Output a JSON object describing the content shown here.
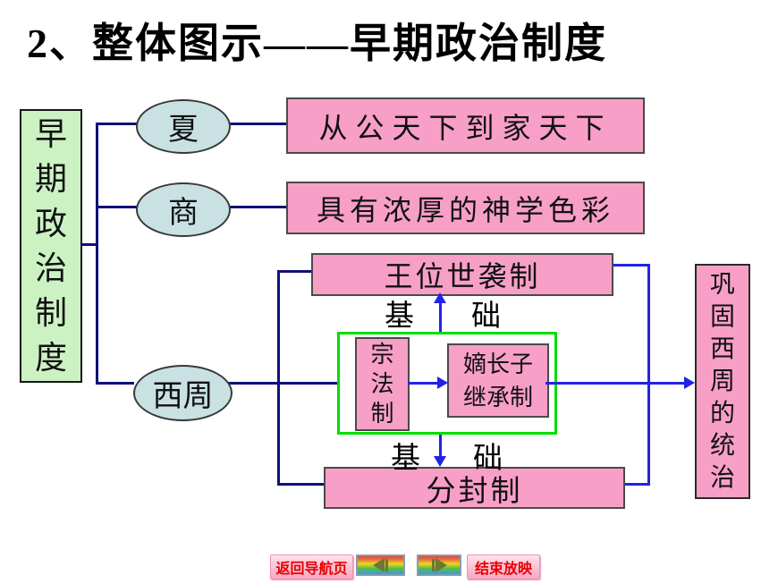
{
  "title": "2、整体图示——早期政治制度",
  "diagram": {
    "root_label": "早期政治制度",
    "dynasties": {
      "xia": "夏",
      "shang": "商",
      "xizhou": "西周"
    },
    "xia_feature": "从公天下到家天下",
    "shang_feature": "具有浓厚的神学色彩",
    "hereditary_system": "王位世袭制",
    "zongfa_system": "宗法制",
    "dizhangzi_line1": "嫡长子",
    "dizhangzi_line2": "继承制",
    "fengjian_system": "分封制",
    "outcome": "巩固西周的统治",
    "base_left": "基",
    "base_right": "础"
  },
  "nav": {
    "return_label": "返回导航页",
    "prev_icon": "left-arrow",
    "next_icon": "right-arrow",
    "end_label": "结束放映"
  },
  "colors": {
    "pink": "#F89FC7",
    "green_fill": "#CCF2C4",
    "ellipse_fill": "#C9E1E3",
    "green_border": "#00DD00",
    "navy": "#10107A",
    "blue": "#2222E6",
    "nav_red": "#E60000"
  }
}
